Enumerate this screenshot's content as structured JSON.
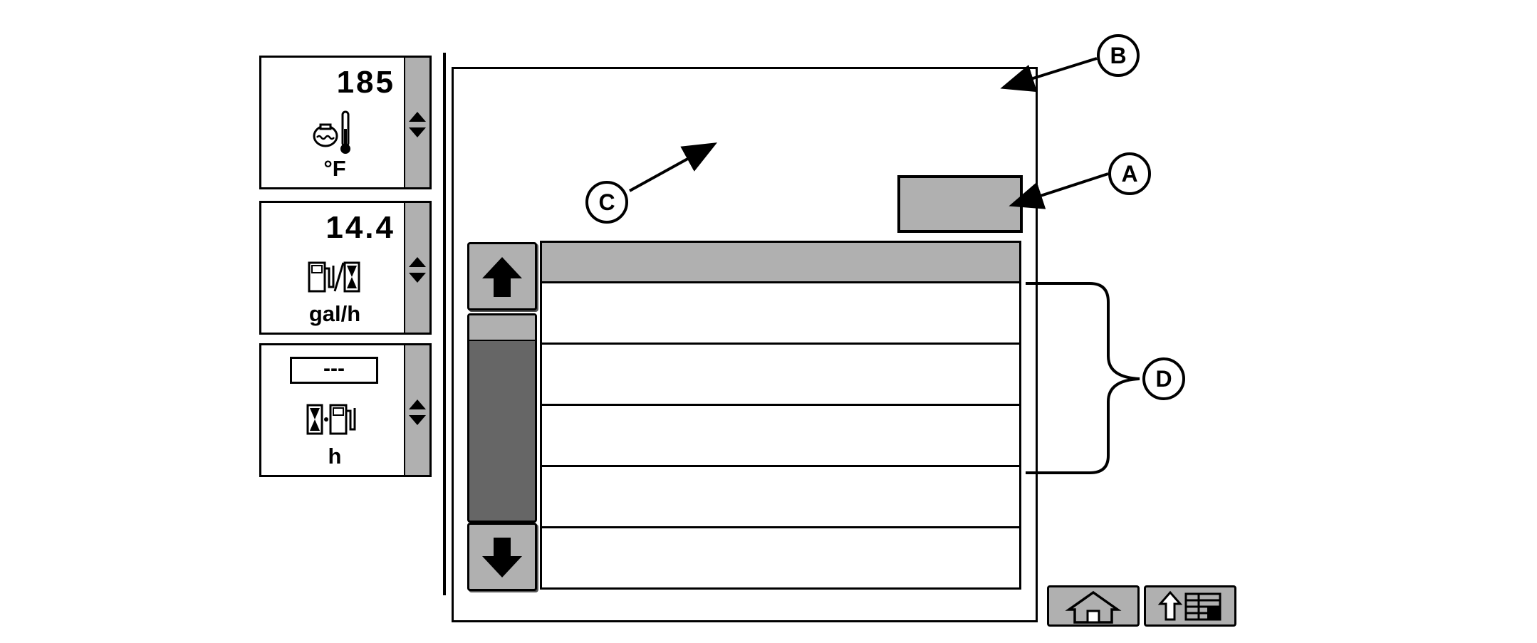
{
  "gauges": [
    {
      "value": "185",
      "unit": "°F",
      "icon": "engine-coolant-temperature-icon"
    },
    {
      "value": "14.4",
      "unit": "gal/h",
      "icon": "fuel-rate-icon"
    },
    {
      "value": "---",
      "unit": "h",
      "icon": "hours-per-fuel-icon"
    }
  ],
  "callouts": {
    "a": "A",
    "b": "B",
    "c": "C",
    "d": "D"
  },
  "controls": {
    "scroll_up": "arrow-up-icon",
    "scroll_down": "arrow-down-icon",
    "home": "home-icon",
    "menu": "menu-list-icon"
  },
  "colors": {
    "panel_gray": "#b0b0b0",
    "scroll_track": "#666666",
    "outline": "#000000"
  }
}
